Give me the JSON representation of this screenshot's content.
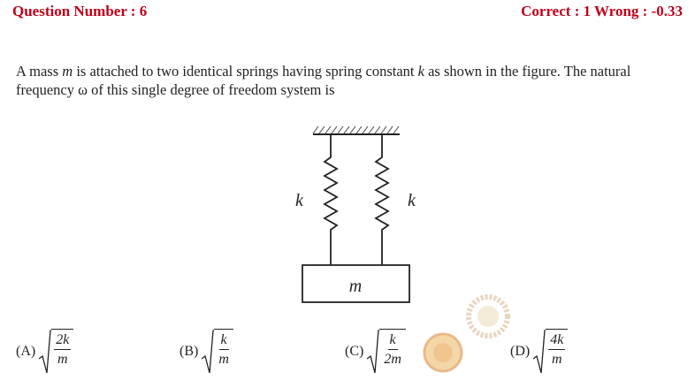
{
  "header": {
    "question_number": "Question Number : 6",
    "scoring": "Correct : 1  Wrong : -0.33"
  },
  "question": {
    "part1": "A mass ",
    "mass_symbol": "m",
    "part2": " is attached to two identical springs having spring constant ",
    "k_symbol": "k",
    "part3": " as shown in the figure. The natural frequency ",
    "omega_symbol": "ω",
    "part4": " of this single degree of freedom system is"
  },
  "figure": {
    "left_spring_label": "k",
    "right_spring_label": "k",
    "mass_label": "m"
  },
  "options": [
    {
      "label": "(A)",
      "numerator": "2k",
      "denominator": "m"
    },
    {
      "label": "(B)",
      "numerator": "k",
      "denominator": "m"
    },
    {
      "label": "(C)",
      "numerator": "k",
      "denominator": "2m"
    },
    {
      "label": "(D)",
      "numerator": "4k",
      "denominator": "m"
    }
  ]
}
